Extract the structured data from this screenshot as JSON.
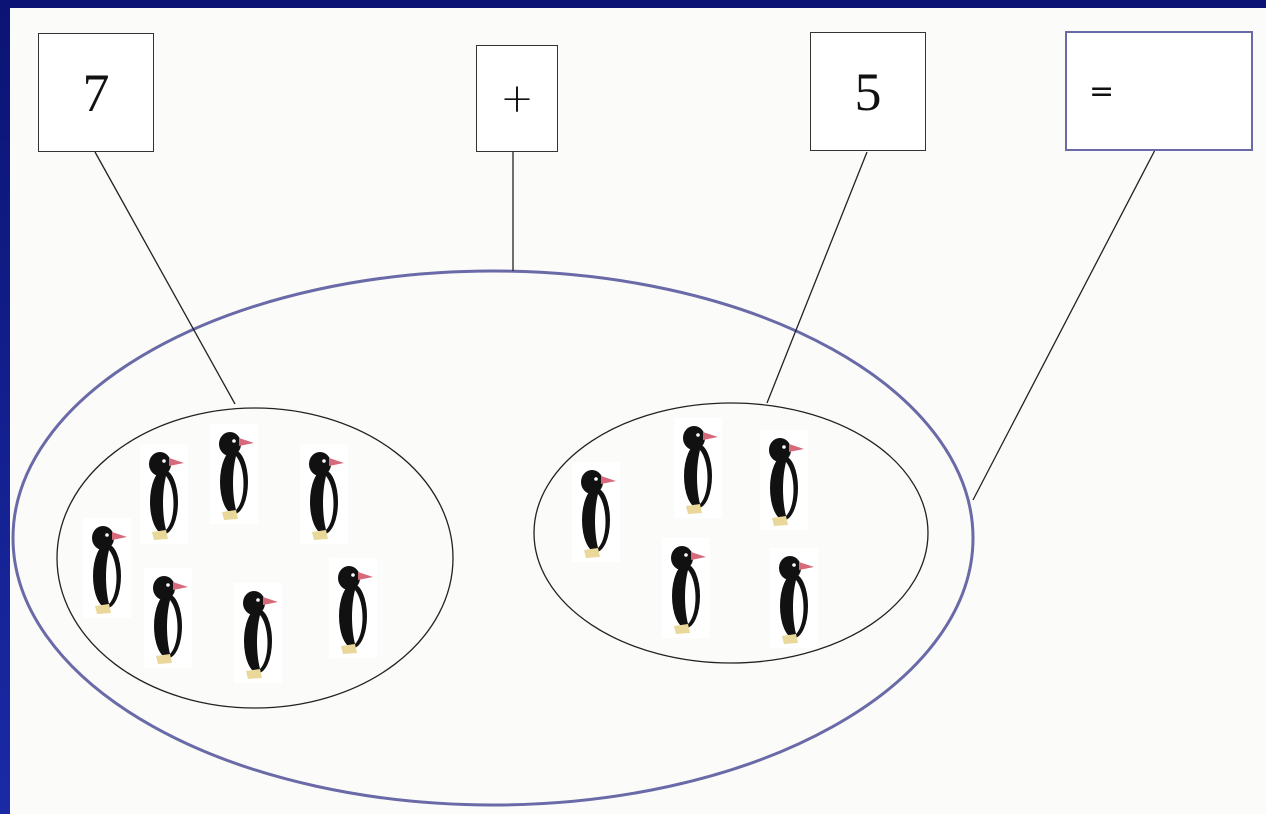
{
  "equation": {
    "first_number": "7",
    "operator": "+",
    "second_number": "5",
    "equals": "=",
    "result": ""
  },
  "groups": {
    "left": {
      "penguin_count": 7
    },
    "right": {
      "penguin_count": 5
    }
  },
  "colors": {
    "slide_background": "#1a2aa6",
    "big_ellipse_stroke": "#6a6aa8",
    "penguin_beak": "#d66a7a",
    "penguin_feet": "#e9d89a"
  }
}
